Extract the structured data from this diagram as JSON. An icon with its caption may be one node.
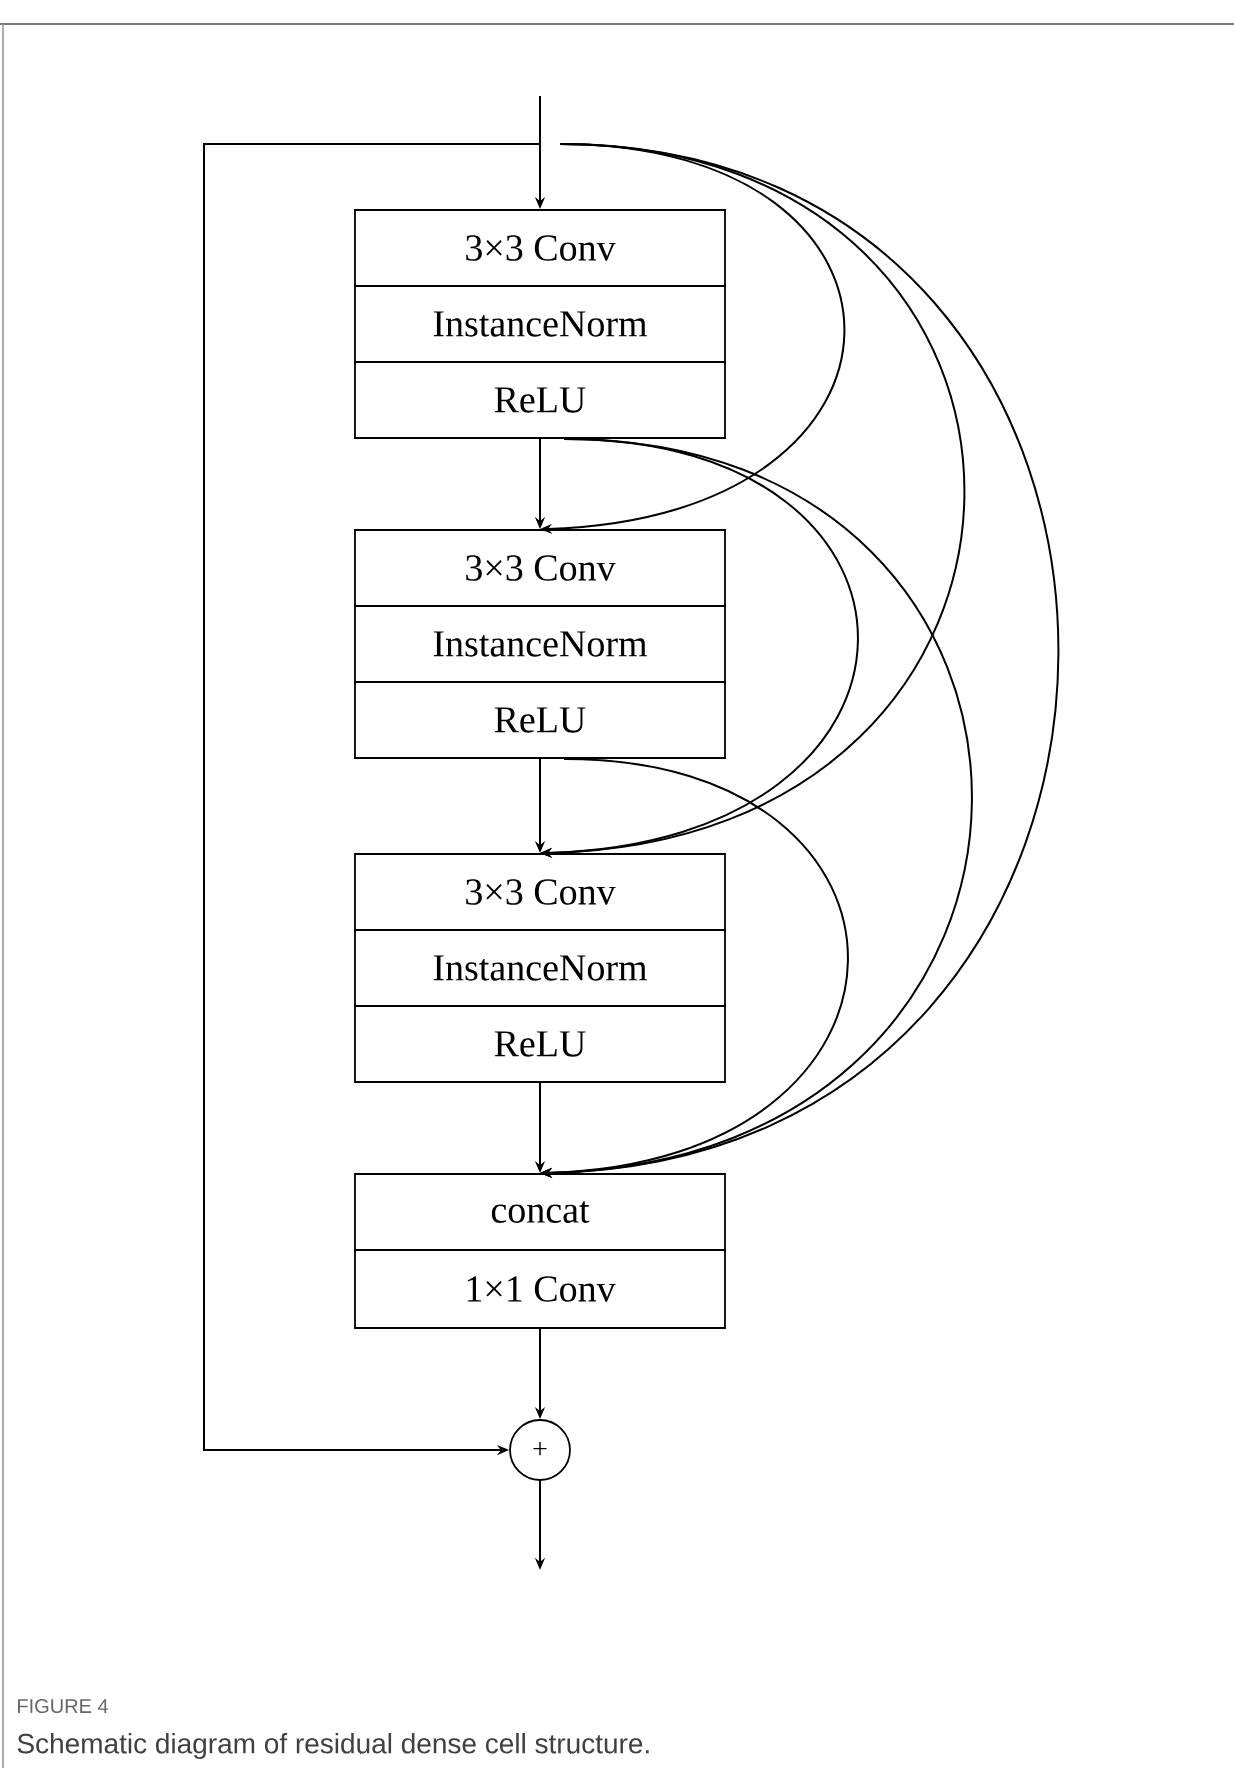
{
  "diagram": {
    "caption": "Schematic diagram of residual dense cell structure.",
    "nodes": [
      {
        "text": [
          "3×3 Conv"
        ]
      },
      {
        "text": [
          "InstanceNorm"
        ]
      },
      {
        "text": [
          "ReLU"
        ]
      },
      {
        "text": [
          "3×3 Conv"
        ]
      },
      {
        "text": [
          "InstanceNorm"
        ]
      },
      {
        "text": [
          "ReLU"
        ]
      },
      {
        "text": [
          "3×3 Conv"
        ]
      },
      {
        "text": [
          "InstanceNorm"
        ]
      },
      {
        "text": [
          "ReLU"
        ]
      },
      {
        "text": [
          "concat"
        ]
      },
      {
        "text": [
          "1×1 Conv"
        ]
      },
      {
        "text": [
          "+"
        ]
      }
    ],
    "edges": [
      {
        "from": null,
        "to": 0,
        "arrow": "to"
      },
      {
        "from": null,
        "to": 3,
        "arrow": "to"
      },
      {
        "from": null,
        "to": 6,
        "arrow": "to"
      },
      {
        "from": null,
        "to": 9,
        "arrow": "to"
      },
      {
        "from": null,
        "to": 11,
        "arrow": "to"
      },
      {
        "from": 2,
        "to": 3,
        "arrow": "to"
      },
      {
        "from": 2,
        "to": 6,
        "arrow": "to"
      },
      {
        "from": 2,
        "to": 9,
        "arrow": "to"
      },
      {
        "from": 5,
        "to": 6,
        "arrow": "to"
      },
      {
        "from": 5,
        "to": 9,
        "arrow": "to"
      },
      {
        "from": 8,
        "to": 9,
        "arrow": "to"
      },
      {
        "from": 10,
        "to": 11,
        "arrow": "to"
      },
      {
        "from": 11,
        "to": null,
        "arrow": "to"
      }
    ],
    "labels": [
      "FIGURE 4"
    ]
  }
}
